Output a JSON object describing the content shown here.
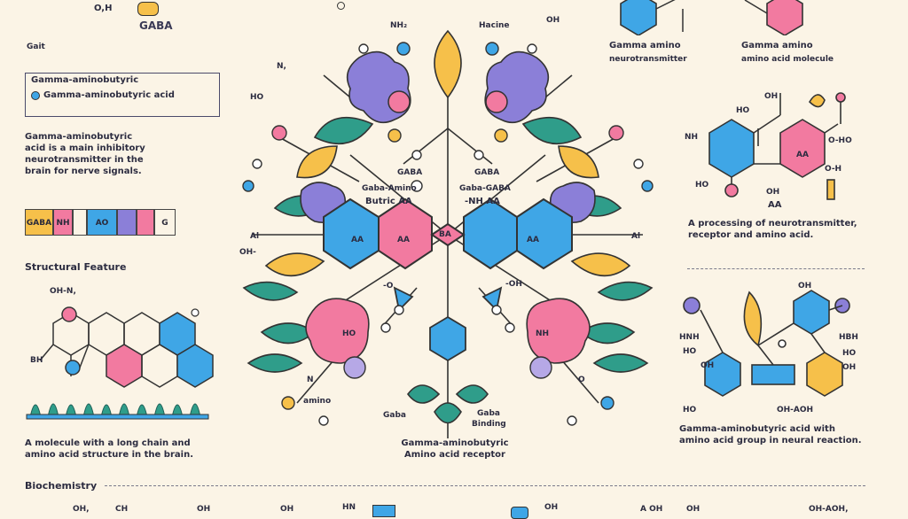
{
  "header": {
    "top_left_formula": "O,H",
    "top_title": "GABA",
    "top_left_tag": "Gait",
    "top_center_labels": [
      "NH₂",
      "Hacine",
      "OH"
    ]
  },
  "left_panel": {
    "box_title": "Gamma-aminobutyric",
    "box_entry": "Gamma-aminobutyric acid",
    "paragraph": [
      "Gamma-aminobutyric",
      "acid is a main inhibitory",
      "neurotransmitter in the",
      "brain for nerve signals."
    ],
    "legend_cells": [
      {
        "label": "GABA",
        "color": "#f6c04a"
      },
      {
        "label": "NH",
        "color": "#f27aa0"
      },
      {
        "label": "",
        "color": "#fbf4e6"
      },
      {
        "label": "AO",
        "color": "#3fa6e6"
      },
      {
        "label": "",
        "color": "#8b7fd8"
      },
      {
        "label": "",
        "color": "#f27aa0"
      },
      {
        "label": "G",
        "color": "#fbf4e6"
      }
    ],
    "section_title": "Structural Feature",
    "structure_labels": [
      "OH-N,",
      "BH"
    ],
    "footer_caption": [
      "A molecule with a long chain and",
      "amino acid structure in the brain."
    ]
  },
  "center": {
    "labels": {
      "nh_top": "N,",
      "ho_left": "HO",
      "gaba_left": "GABA",
      "gaba_sub": "Gaba-Amino",
      "acid_aa": "Butric AA",
      "gaba_right": "GABA",
      "gaba_right_sub": "Gaba-GABA",
      "nh_aa": "-NH  AA",
      "ring_left": "AA",
      "ring_mid": "AA",
      "ring_center": "BA",
      "ring_right": "AA",
      "al_left": "Al",
      "oh_left": "OH-",
      "al_right": "Al",
      "o_left": "-O",
      "oh_right": "-OH",
      "ho_low": "HO",
      "nh_low": "NH",
      "n_low": "N",
      "o_low": "O",
      "amino_low": "amino",
      "gaba_low": "Gaba",
      "gaba_acid_low": "Gaba",
      "binding": "Binding"
    },
    "caption": [
      "Gamma-aminobutyric",
      "Amino acid receptor"
    ]
  },
  "right_panel": {
    "top_labels_1": [
      "Gamma amino",
      "neurotransmitter"
    ],
    "top_labels_2": [
      "Gamma amino",
      "amino acid molecule"
    ],
    "mid_labels": [
      "OH",
      "HO",
      "NH",
      "O-HO",
      "O-H",
      "OH",
      "AA",
      "HO",
      "AA"
    ],
    "mid_caption": [
      "A processing of neurotransmitter,",
      "receptor and amino acid."
    ],
    "low_labels": [
      "OH",
      "HNH",
      "HO",
      "OH",
      "HBH",
      "HO",
      "OH",
      "OH-AOH",
      "HO"
    ],
    "low_caption": [
      "Gamma-aminobutyric acid with",
      "amino acid group in neural reaction."
    ]
  },
  "footer": {
    "title": "Biochemistry",
    "bottom_labels": [
      "OH,",
      "CH",
      "OH",
      "OH",
      "HN",
      "OH",
      "A OH",
      "OH",
      "OH-AOH,"
    ]
  },
  "colors": {
    "pink": "#f27aa0",
    "blue": "#3fa6e6",
    "purple": "#8b7fd8",
    "yellow": "#f6c04a",
    "green": "#2f9d8a",
    "ink": "#2a2a3a"
  }
}
